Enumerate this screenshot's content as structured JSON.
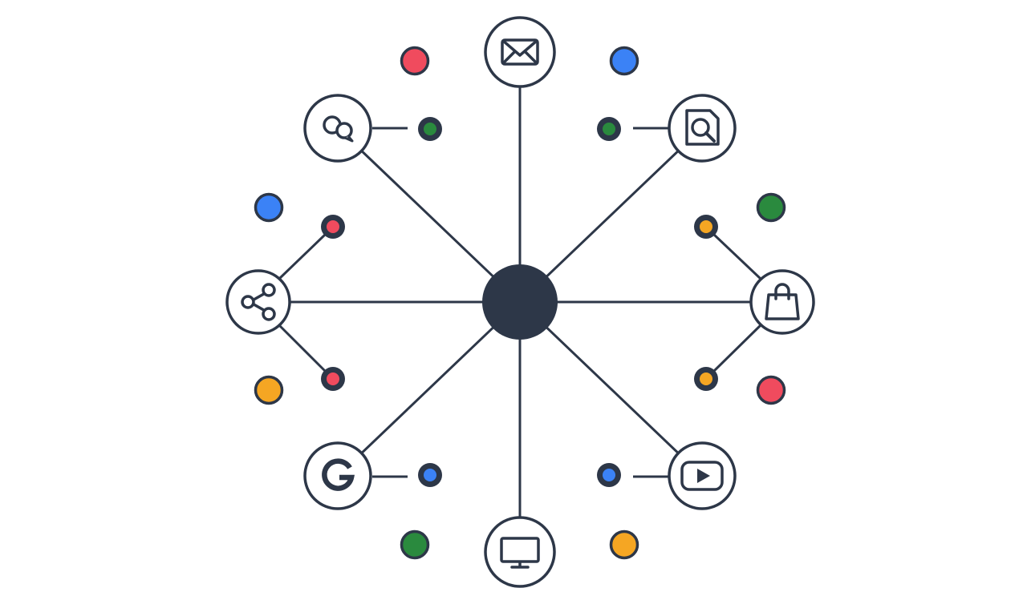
{
  "palette": {
    "ink": "#2d3748",
    "background": "#ffffff",
    "red": "#f04b5e",
    "blue": "#3b82f6",
    "green": "#2a8a3e",
    "yellow": "#f5a623"
  },
  "hub": {
    "name": "central-hub"
  },
  "spokes": [
    {
      "id": "mail",
      "icon": "envelope-icon"
    },
    {
      "id": "search",
      "icon": "search-document-icon"
    },
    {
      "id": "shopping",
      "icon": "shopping-bag-icon"
    },
    {
      "id": "video",
      "icon": "youtube-play-icon"
    },
    {
      "id": "display",
      "icon": "monitor-icon"
    },
    {
      "id": "google",
      "icon": "google-g-icon"
    },
    {
      "id": "share",
      "icon": "share-icon"
    },
    {
      "id": "chat",
      "icon": "chat-bubbles-icon"
    }
  ],
  "connectors": [
    {
      "spoke": "chat",
      "color": "green"
    },
    {
      "spoke": "search",
      "color": "green"
    },
    {
      "spoke": "share",
      "color": "red"
    },
    {
      "spoke": "share",
      "color": "red"
    },
    {
      "spoke": "shopping",
      "color": "yellow"
    },
    {
      "spoke": "shopping",
      "color": "yellow"
    },
    {
      "spoke": "google",
      "color": "blue"
    },
    {
      "spoke": "video",
      "color": "blue"
    }
  ],
  "decor_dots": [
    "red",
    "blue",
    "blue",
    "green",
    "yellow",
    "red",
    "green",
    "yellow"
  ]
}
